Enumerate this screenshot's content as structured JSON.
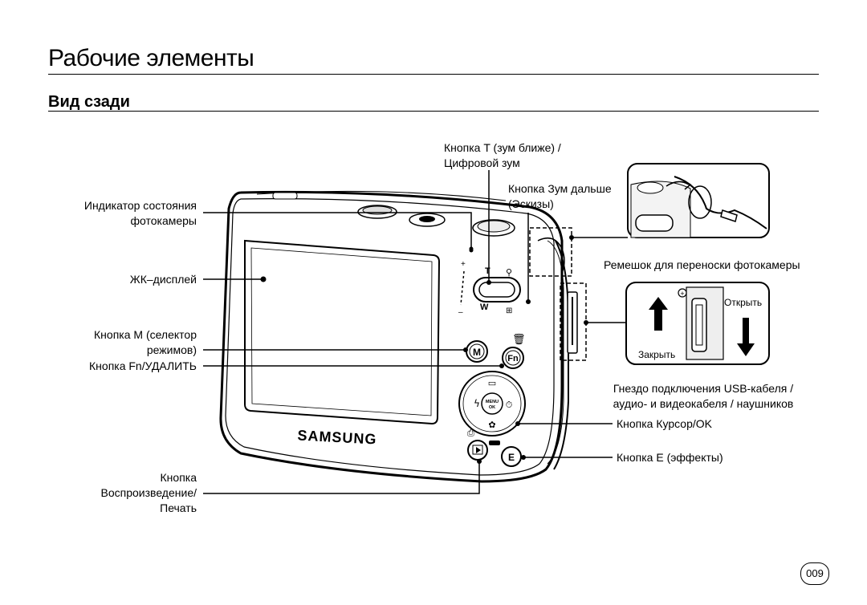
{
  "header": {
    "title": "Рабочие элементы",
    "subtitle": "Вид сзади"
  },
  "labels": {
    "status_indicator_1": "Индикатор состояния",
    "status_indicator_2": "фотокамеры",
    "lcd": "ЖК–дисплей",
    "m_button_1": "Кнопка M (селектор",
    "m_button_2": "режимов)",
    "fn_button": "Кнопка Fn/УДАЛИТЬ",
    "playback_1": "Кнопка",
    "playback_2": "Воспроизведение/",
    "playback_3": "Печать",
    "zoom_t_1": "Кнопка T (зум ближе) /",
    "zoom_t_2": "Цифровой зум",
    "zoom_w_1": "Кнопка Зум дальше",
    "zoom_w_2": "(Эскизы)",
    "strap": "Ремешок для переноски фотокамеры",
    "usb_1": "Гнездо подключения USB-кабеля /",
    "usb_2": "аудио- и видеокабеля / наушников",
    "cursor_ok": "Кнопка Курсор/OK",
    "e_button": "Кнопка E (эффекты)",
    "open": "Открыть",
    "close": "Закрыть"
  },
  "camera": {
    "brand": "SAMSUNG",
    "btn_m": "M",
    "btn_fn": "Fn",
    "btn_e": "E",
    "btn_menu_1": "MENU",
    "btn_menu_2": "OK",
    "zoom_t": "T",
    "zoom_w": "W"
  },
  "footer": {
    "page_number": "009"
  }
}
